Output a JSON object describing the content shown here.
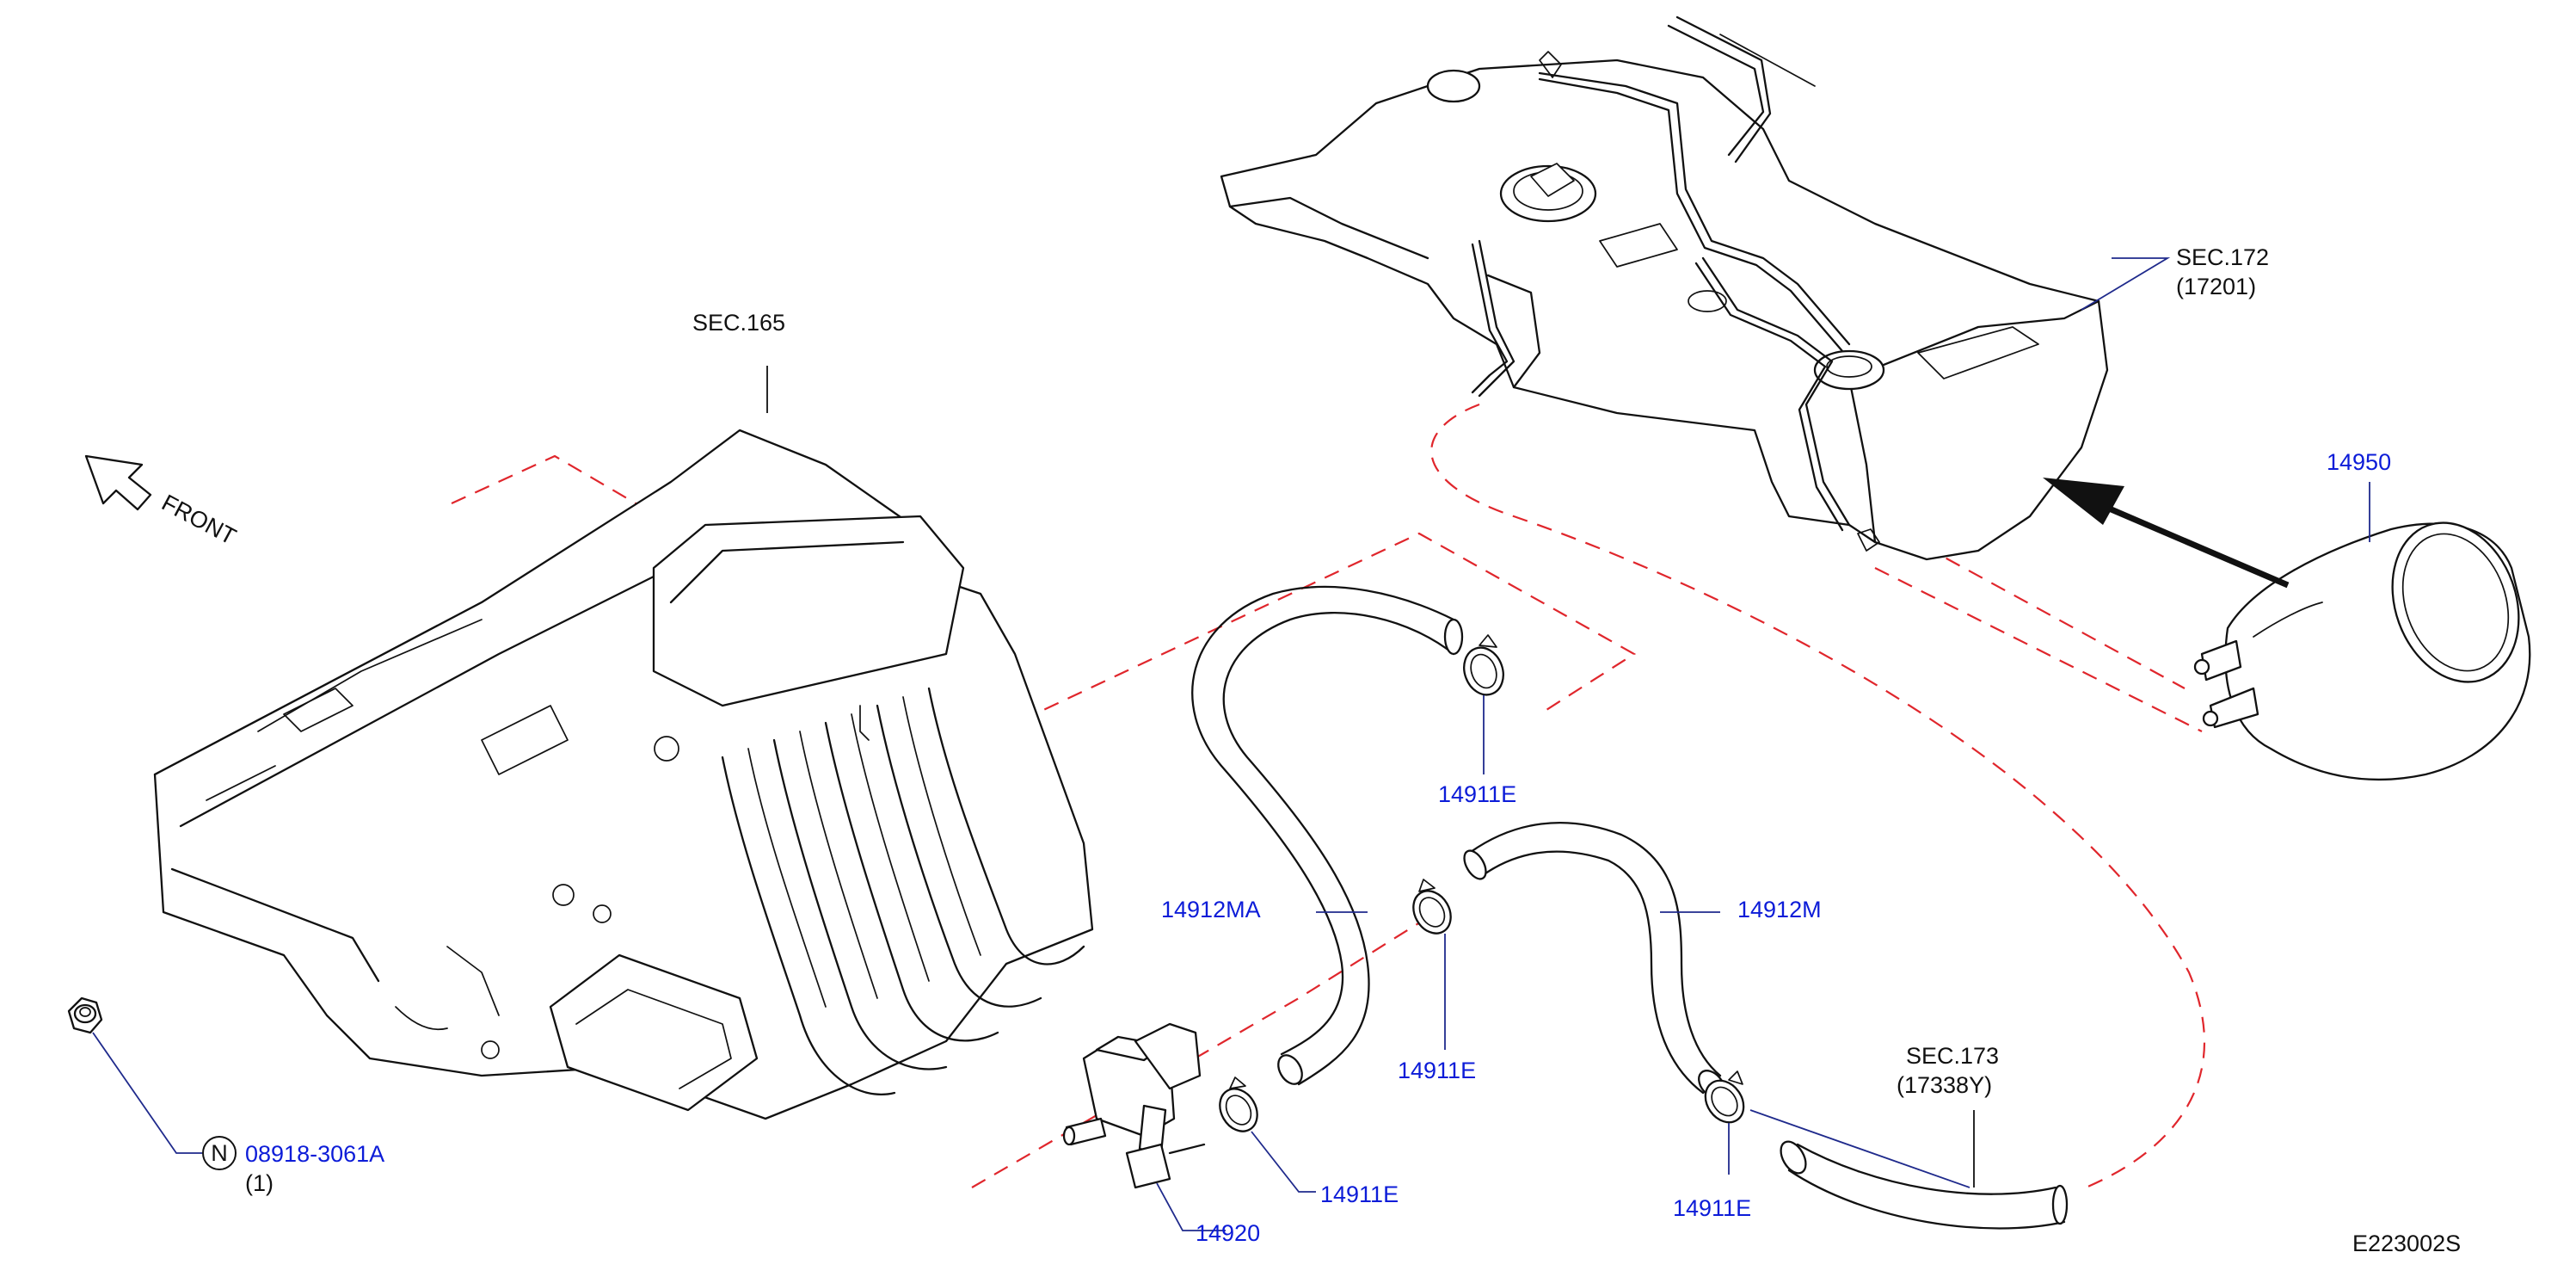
{
  "callouts": {
    "sec165": "SEC.165",
    "sec172": "SEC.172",
    "sec172_sub": "(17201)",
    "sec173": "SEC.173",
    "sec173_sub": "(17338Y)",
    "p14950": "14950",
    "p14911e_top": "14911E",
    "p14912ma": "14912MA",
    "p14912m": "14912M",
    "p14911e_mid": "14911E",
    "p14911e_bot_left": "14911E",
    "p14911e_bot_right": "14911E",
    "p14920": "14920",
    "bolt_part": "08918-3061A",
    "bolt_prefix": "N",
    "bolt_qty": "(1)"
  },
  "orientation": {
    "front_label": "FRONT"
  },
  "drawing_code": "E223002S",
  "colors": {
    "part_number": "#0c1cd8",
    "reference": "#111111",
    "phantom_line": "#e0262c"
  }
}
